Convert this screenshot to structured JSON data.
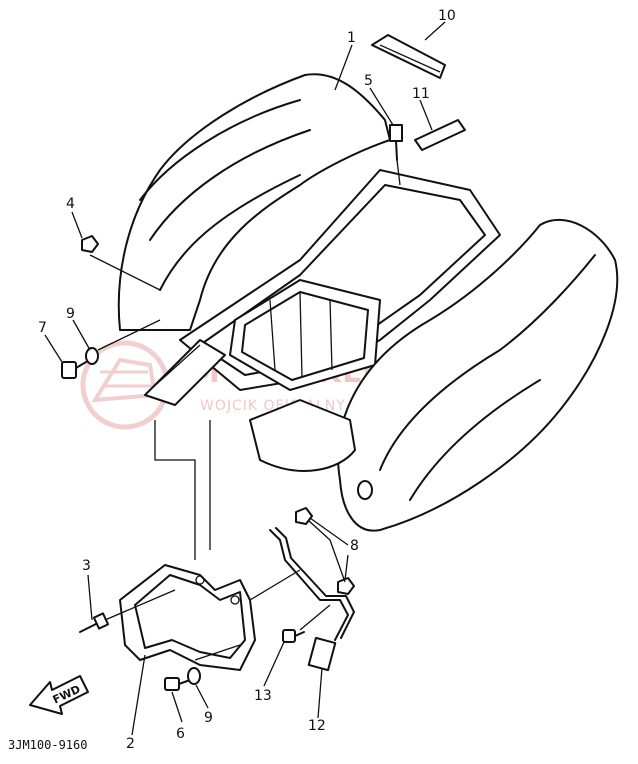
{
  "diagram": {
    "part_code": "3JM100-9160",
    "direction_label": "FWD",
    "callouts": [
      "1",
      "2",
      "3",
      "4",
      "5",
      "6",
      "7",
      "8",
      "9",
      "9",
      "10",
      "11",
      "12",
      "13"
    ],
    "watermark": {
      "brand": "MOTOSKLEP.PL",
      "tagline": "WOJCIK OFICJALNY DEALER YAMAHA"
    }
  }
}
